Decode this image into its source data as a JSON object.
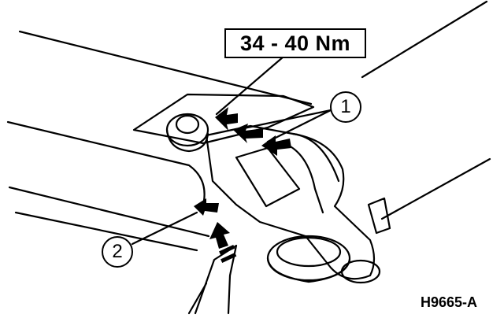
{
  "diagram": {
    "torque_spec": "34 - 40 Nm",
    "callouts": [
      {
        "number": "1"
      },
      {
        "number": "2"
      }
    ],
    "figure_id": "H9665-A"
  }
}
